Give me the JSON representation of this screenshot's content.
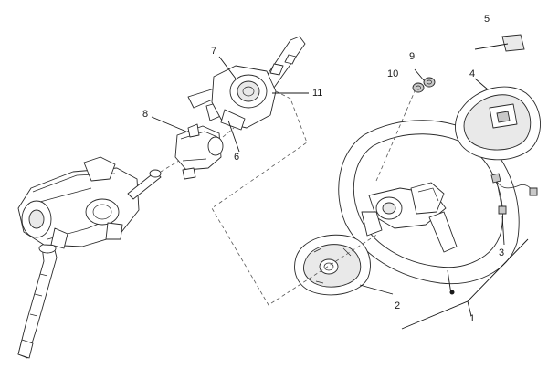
{
  "diagram": {
    "callouts": [
      {
        "id": "c1",
        "text": "1"
      },
      {
        "id": "c2",
        "text": "2"
      },
      {
        "id": "c3",
        "text": "3"
      },
      {
        "id": "c4",
        "text": "4"
      },
      {
        "id": "c5",
        "text": "5"
      },
      {
        "id": "c6",
        "text": "6"
      },
      {
        "id": "c7",
        "text": "7"
      },
      {
        "id": "c8",
        "text": "8"
      },
      {
        "id": "c9",
        "text": "9"
      },
      {
        "id": "c10",
        "text": "10"
      },
      {
        "id": "c11",
        "text": "11"
      }
    ]
  }
}
